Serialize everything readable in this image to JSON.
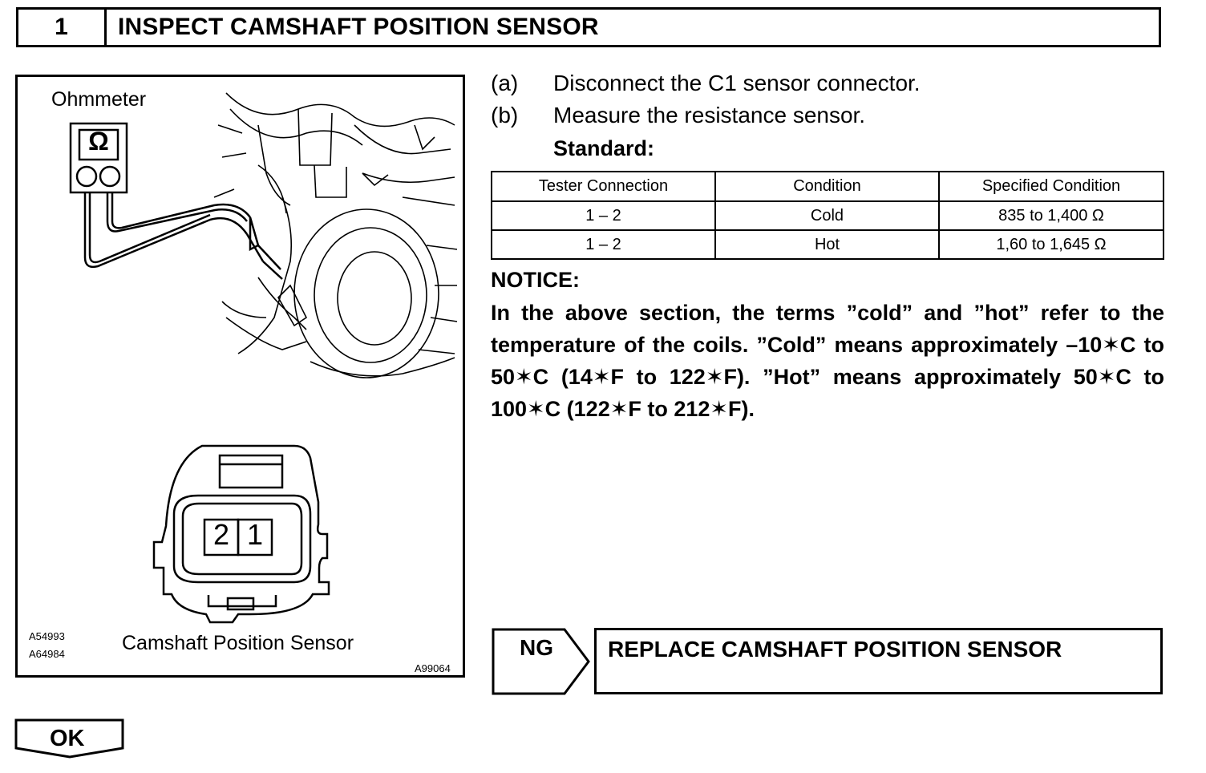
{
  "header": {
    "step_number": "1",
    "title": "INSPECT CAMSHAFT POSITION SENSOR"
  },
  "figure": {
    "ohmmeter_label": "Ohmmeter",
    "ohm_symbol": "Ω",
    "connector_pins": [
      "2",
      "1"
    ],
    "sensor_caption": "Camshaft Position Sensor",
    "ref_codes": [
      "A54993",
      "A64984",
      "A99064"
    ]
  },
  "steps": [
    {
      "letter": "(a)",
      "text": "Disconnect the C1 sensor connector."
    },
    {
      "letter": "(b)",
      "text": "Measure the resistance sensor."
    }
  ],
  "standard_label": "Standard:",
  "spec_table": {
    "headers": [
      "Tester Connection",
      "Condition",
      "Specified Condition"
    ],
    "rows": [
      [
        "1 – 2",
        "Cold",
        "835 to 1,400 Ω"
      ],
      [
        "1 – 2",
        "Hot",
        "1,60 to 1,645 Ω"
      ]
    ]
  },
  "notice": {
    "heading": "NOTICE:",
    "body": "In the above section, the terms ”cold” and ”hot” refer to the temperature of the coils. ”Cold” means approximately –10✶C to 50✶C (14✶F to 122✶F). ”Hot” means approximately 50✶C to 100✶C (122✶F to 212✶F)."
  },
  "ng": {
    "label": "NG",
    "action": "REPLACE CAMSHAFT POSITION SENSOR"
  },
  "ok": {
    "label": "OK"
  }
}
